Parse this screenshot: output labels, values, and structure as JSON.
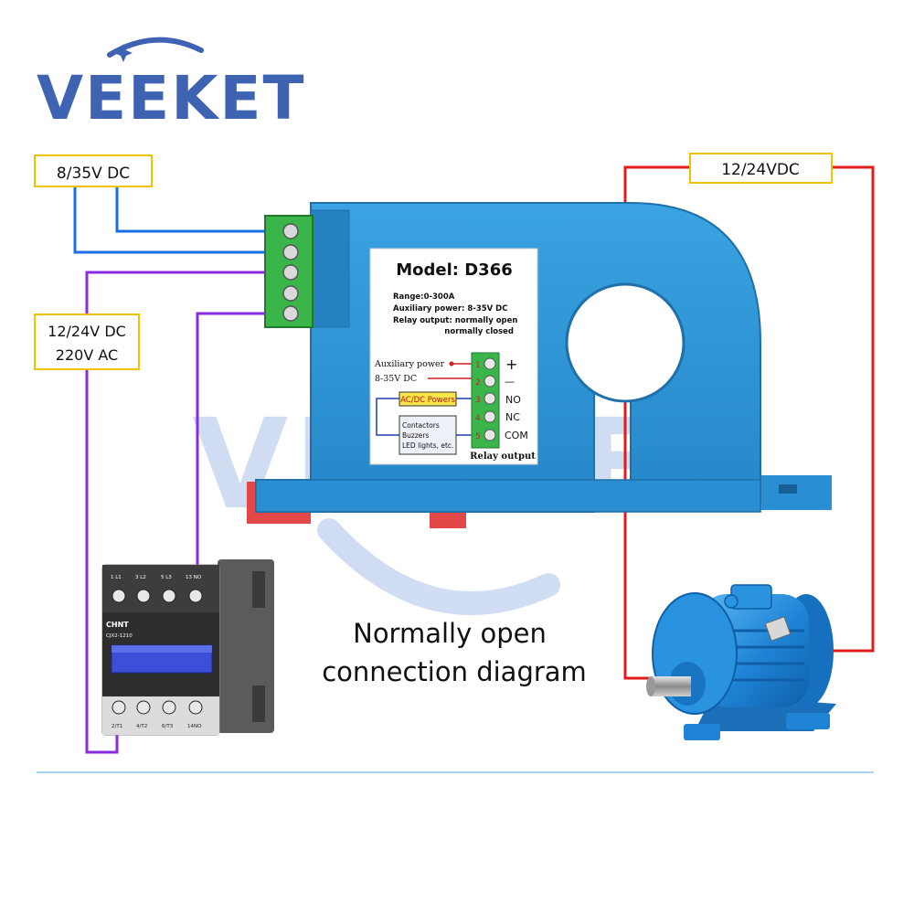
{
  "brand": {
    "logo_text": "VEEKET",
    "watermark_text": "VEEKET"
  },
  "power_labels": {
    "aux_supply": "8/35V DC",
    "load_supply_line1": "12/24V DC",
    "load_supply_line2": "220V AC",
    "motor_supply": "12/24VDC"
  },
  "device": {
    "model": "Model: D366",
    "spec_range": "Range:0-300A",
    "spec_aux": "Auxiliary power: 8-35V DC",
    "spec_relay_line1": "Relay output: normally open",
    "spec_relay_line2": "normally closed",
    "aux_power_label": "Auxiliary power",
    "aux_power_value": "8-35V DC",
    "acdc_label": "AC/DC Powers",
    "loads": [
      "Contactors",
      "Buzzers",
      "LED lights, etc."
    ],
    "relay_output_label": "Relay output",
    "terminals": [
      {
        "num": "1",
        "sign": "+"
      },
      {
        "num": "2",
        "sign": "—"
      },
      {
        "num": "3",
        "sign": "NO"
      },
      {
        "num": "4",
        "sign": "NC"
      },
      {
        "num": "5",
        "sign": "COM"
      }
    ]
  },
  "contactor": {
    "brand": "CHNT",
    "model": "CJX2-1210",
    "top_labels": [
      "1 L1",
      "3 L2",
      "5 L3",
      "13 NO"
    ],
    "bottom_labels": [
      "2/T1",
      "4/T2",
      "6/T3",
      "14NO"
    ]
  },
  "caption": {
    "line1": "Normally open",
    "line2": "connection diagram"
  },
  "colors": {
    "brand_blue": "#3f63b3",
    "aux_wire": "#1a6fe0",
    "load_wire": "#8a2be2",
    "motor_wire": "#e21b1b",
    "label_border": "#f2c200",
    "device_body": "#2b95d6",
    "terminal_green": "#39b54a",
    "motor_blue": "#1f84d6"
  }
}
